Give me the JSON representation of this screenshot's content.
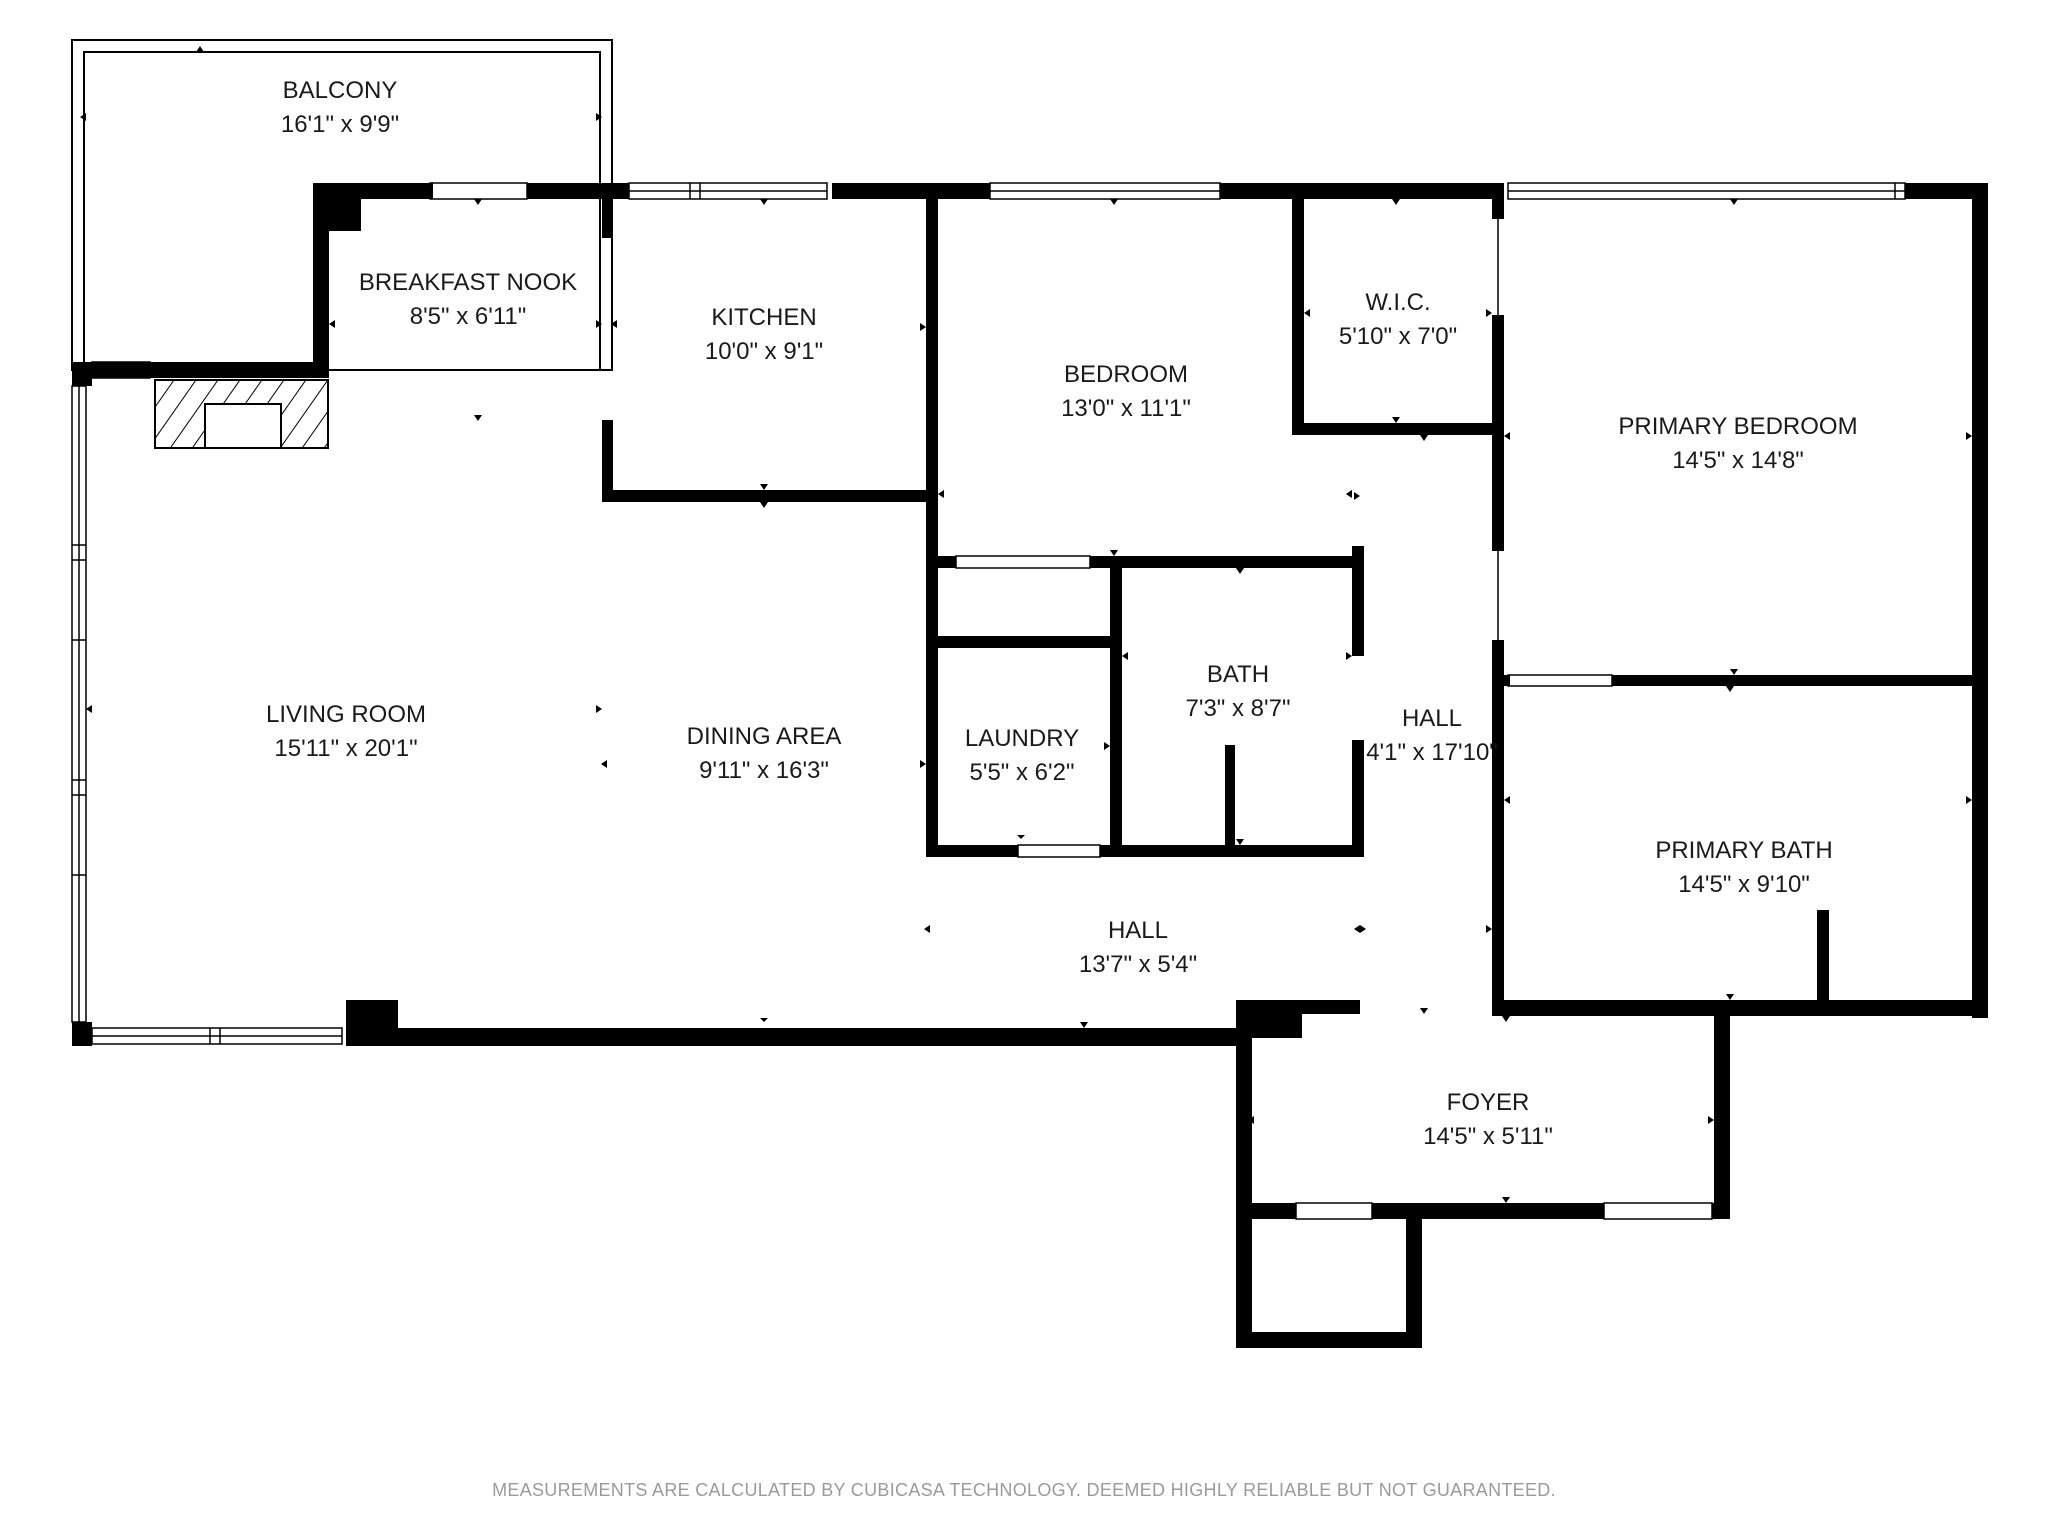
{
  "rooms": {
    "balcony": {
      "name": "BALCONY",
      "dims": "16'1\" x 9'9\""
    },
    "breakfast_nook": {
      "name": "BREAKFAST NOOK",
      "dims": "8'5\" x 6'11\""
    },
    "kitchen": {
      "name": "KITCHEN",
      "dims": "10'0\" x 9'1\""
    },
    "bedroom": {
      "name": "BEDROOM",
      "dims": "13'0\" x 11'1\""
    },
    "wic": {
      "name": "W.I.C.",
      "dims": "5'10\" x 7'0\""
    },
    "primary_bedroom": {
      "name": "PRIMARY BEDROOM",
      "dims": "14'5\" x 14'8\""
    },
    "living_room": {
      "name": "LIVING ROOM",
      "dims": "15'11\" x 20'1\""
    },
    "dining_area": {
      "name": "DINING AREA",
      "dims": "9'11\" x 16'3\""
    },
    "laundry": {
      "name": "LAUNDRY",
      "dims": "5'5\" x 6'2\""
    },
    "bath": {
      "name": "BATH",
      "dims": "7'3\" x 8'7\""
    },
    "hall_vertical": {
      "name": "HALL",
      "dims": "4'1\" x 17'10\""
    },
    "primary_bath": {
      "name": "PRIMARY BATH",
      "dims": "14'5\" x 9'10\""
    },
    "hall_horizontal": {
      "name": "HALL",
      "dims": "13'7\" x 5'4\""
    },
    "foyer": {
      "name": "FOYER",
      "dims": "14'5\" x 5'11\""
    }
  },
  "footer": {
    "disclaimer": "MEASUREMENTS ARE CALCULATED BY CUBICASA TECHNOLOGY. DEEMED HIGHLY RELIABLE BUT NOT GUARANTEED."
  }
}
